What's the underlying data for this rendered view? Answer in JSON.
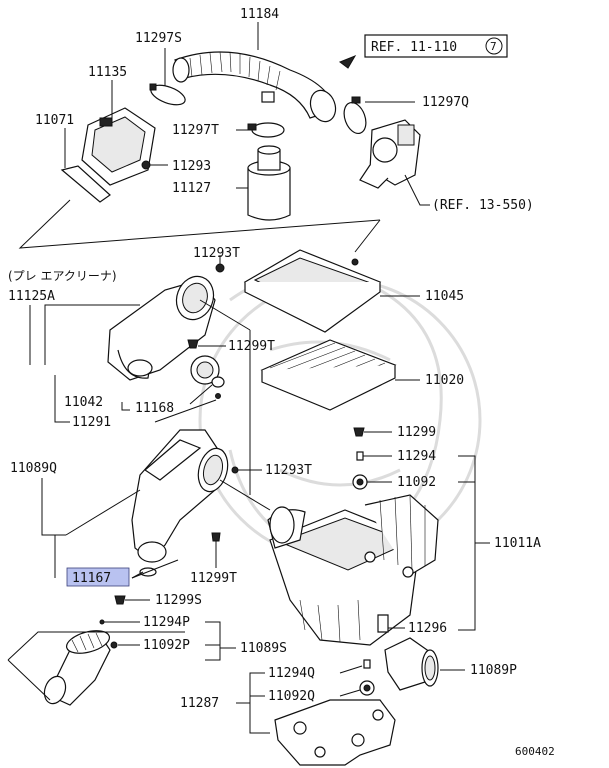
{
  "parts": {
    "p11184": "11184",
    "p11297S": "11297S",
    "p11135": "11135",
    "p11071": "11071",
    "p11297T": "11297T",
    "p11293": "11293",
    "p11127": "11127",
    "p11297Q": "11297Q",
    "p11293T_top": "11293T",
    "p11125A": "11125A",
    "p11045": "11045",
    "p11299T_top": "11299T",
    "p11020": "11020",
    "p11042": "11042",
    "p11168": "11168",
    "p11291": "11291",
    "p11299": "11299",
    "p11294": "11294",
    "p11089Q": "11089Q",
    "p11092": "11092",
    "p11293T_mid": "11293T",
    "p11011A": "11011A",
    "p11167": "11167",
    "p11299T_bot": "11299T",
    "p11299S": "11299S",
    "p11296": "11296",
    "p11294P": "11294P",
    "p11092P": "11092P",
    "p11089S": "11089S",
    "p11089P": "11089P",
    "p11294Q": "11294Q",
    "p11092Q": "11092Q",
    "p11287": "11287"
  },
  "refs": {
    "ref_throttle": "REF. 11-110",
    "ref_throttle_circle": "7",
    "ref_engine": "(REF. 13-550)"
  },
  "notes": {
    "pre_cleaner": "(プレ エアクリーナ)"
  },
  "diagram_id": "600402",
  "highlight_color": "#b9c2f0"
}
